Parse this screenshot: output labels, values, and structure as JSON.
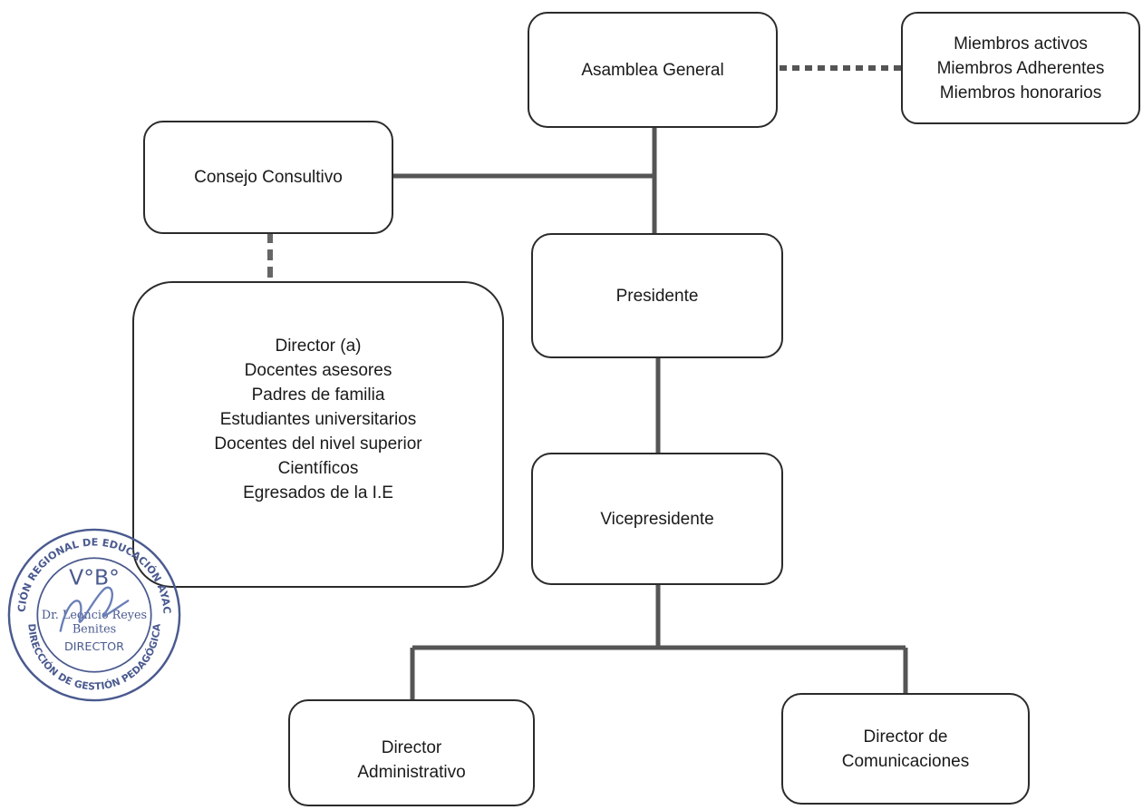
{
  "nodes": {
    "asamblea": {
      "label": "Asamblea General"
    },
    "miembros": {
      "lines": [
        "Miembros activos",
        "Miembros Adherentes",
        "Miembros honorarios"
      ]
    },
    "consejo": {
      "label": "Consejo Consultivo"
    },
    "presidente": {
      "label": "Presidente"
    },
    "vicepresidente": {
      "label": "Vicepresidente"
    },
    "consejo_miembros": {
      "lines": [
        "Director (a)",
        "Docentes asesores",
        "Padres de familia",
        "Estudiantes universitarios",
        "Docentes del nivel superior",
        "Científicos",
        "Egresados de la I.E"
      ]
    },
    "dir_admin": {
      "lines": [
        "Director",
        "Administrativo"
      ]
    },
    "dir_com": {
      "lines": [
        "Director de",
        "Comunicaciones"
      ]
    }
  },
  "stamp": {
    "ring_top": "DIRECCIÓN REGIONAL DE EDUCACIÓN AYACUCHO",
    "ring_bottom": "DIRECCIÓN DE GESTIÓN PEDAGÓGICA",
    "vb": "V°B°",
    "name_line1": "Dr. Leoncio Reyes",
    "name_line2": "Benites",
    "title": "DIRECTOR"
  },
  "colors": {
    "line": "#555555",
    "border": "#2b2b2b",
    "stamp": "#4a5a8f",
    "signature": "#6a7fb8"
  }
}
